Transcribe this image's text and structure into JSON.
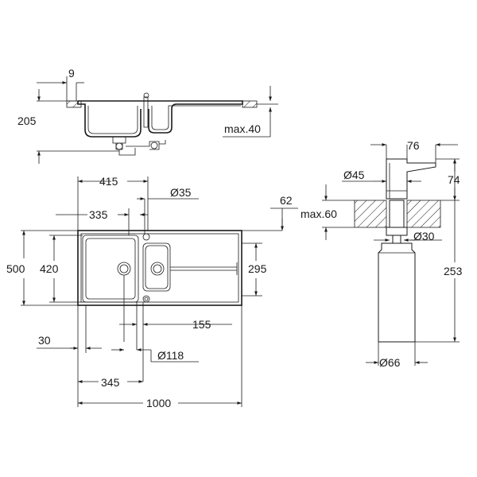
{
  "dimensions": {
    "side_rim_width": "9",
    "side_height": "205",
    "side_max_thickness": "max.40",
    "top_bowl_width": "415",
    "top_drain_hole": "Ø35",
    "top_tap_offset": "62",
    "top_big_bowl": "335",
    "overall_depth": "500",
    "bowl_depth": "420",
    "drainer_depth": "295",
    "drainer_offset": "155",
    "edge_offset": "30",
    "waste_diameter": "Ø118",
    "waste_spacing": "345",
    "overall_length": "1000",
    "dispenser_arm": "76",
    "dispenser_head": "Ø45",
    "dispenser_above": "74",
    "dispenser_max_thickness": "max.60",
    "dispenser_shank": "Ø30",
    "dispenser_total": "253",
    "bottle_diameter": "Ø66"
  }
}
